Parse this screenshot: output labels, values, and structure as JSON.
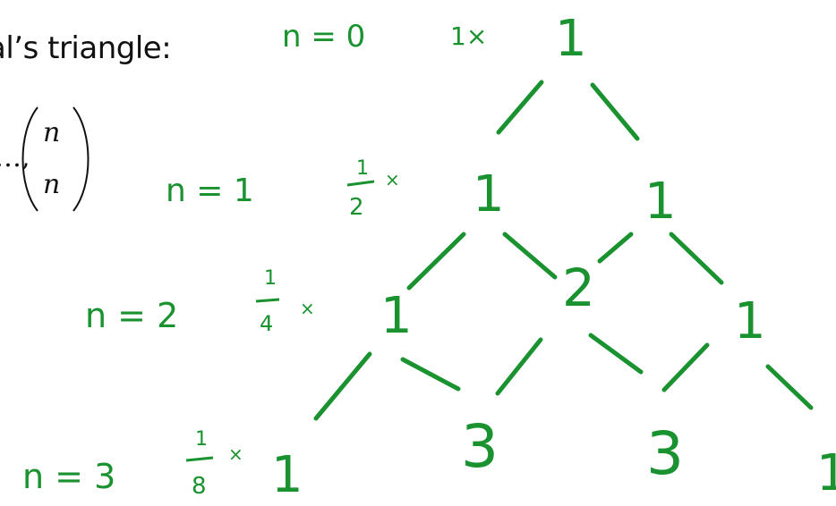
{
  "header": {
    "text": "al’s triangle:"
  },
  "formula": {
    "prefix": "…,",
    "top": "n",
    "bottom": "n"
  },
  "rows": [
    {
      "label": "n = 0",
      "factor": "1×",
      "numbers": [
        "1"
      ]
    },
    {
      "label": "n = 1",
      "factor_num": "1",
      "factor_den": "2",
      "factor_x": "×",
      "numbers": [
        "1",
        "1"
      ]
    },
    {
      "label": "n = 2",
      "factor_num": "1",
      "factor_den": "4",
      "factor_x": "×",
      "numbers": [
        "1",
        "2",
        "1"
      ]
    },
    {
      "label": "n = 3",
      "factor_num": "1",
      "factor_den": "8",
      "factor_x": "×",
      "numbers": [
        "1",
        "3",
        "3",
        "1"
      ]
    }
  ],
  "colors": {
    "ink": "#19922f",
    "text": "#111111"
  }
}
